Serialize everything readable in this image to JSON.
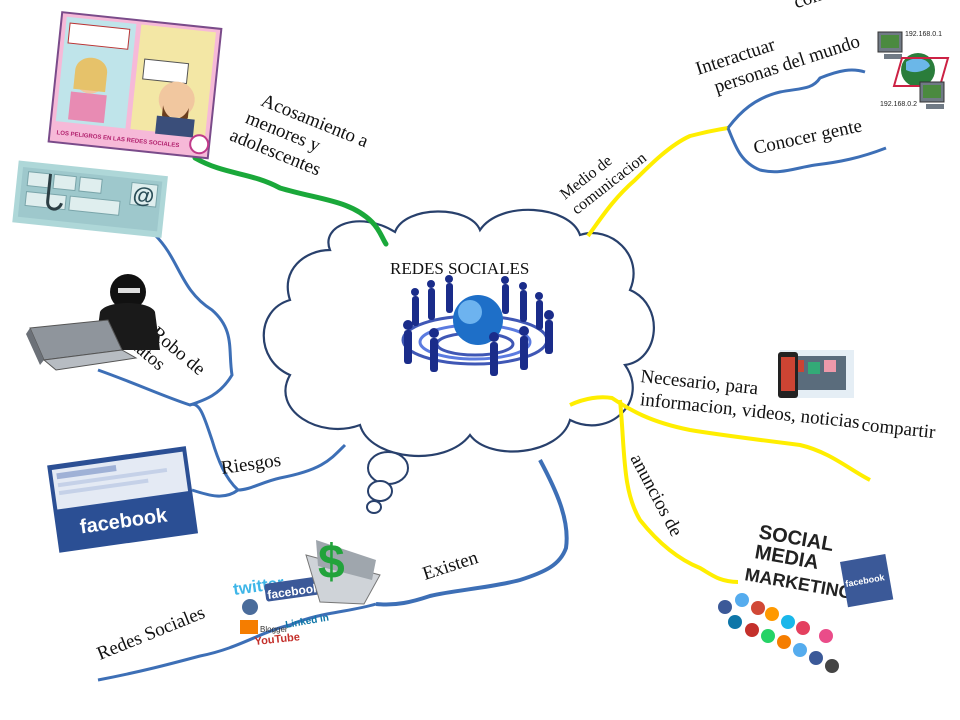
{
  "center": {
    "title": "REDES SOCIALES"
  },
  "branches": {
    "acosamiento": {
      "lines": [
        "Acosamiento a",
        "menores y",
        "adolescentes"
      ],
      "color": "#1aa83a"
    },
    "robo": {
      "lines": [
        "Robo de",
        "datos"
      ],
      "color": "#3d6fb6"
    },
    "riesgos": {
      "label": "Riesgos",
      "color": "#3d6fb6"
    },
    "medio": {
      "lines": [
        "Medio de",
        "comunicacion"
      ],
      "color": "#ffee00"
    },
    "interactuar": {
      "lines": [
        "Interactuar",
        "con",
        "personas  del mundo"
      ],
      "color": "#3d6fb6"
    },
    "conocer": {
      "label": "Conocer gente",
      "color": "#3d6fb6"
    },
    "necesario": {
      "lines": [
        "Necesario, para",
        "compartir",
        "informacion, videos, noticias"
      ],
      "color": "#ffee00"
    },
    "anuncios": {
      "label": "anuncios de",
      "color": "#ffee00"
    },
    "existen": {
      "label": "Existen",
      "color": "#3d6fb6"
    },
    "redes": {
      "label": "Redes Sociales",
      "color": "#3d6fb6"
    }
  },
  "images": {
    "cartoon": {
      "caption": "LOS PELIGROS EN LAS REDES SOCIALES"
    },
    "network": {
      "ip_top": "192.168.0.1",
      "ip_bottom": "192.168.0.2"
    },
    "facebook": {
      "text": "facebook"
    },
    "logos": {
      "twitter": "twitter",
      "facebook": "facebook",
      "youtube": "YouTube",
      "linkedin": "Linked in",
      "blogger": "Blogger"
    },
    "marketing": {
      "lines": [
        "SOCIAL",
        "MEDIA",
        "MARKETING"
      ],
      "badge": "facebook"
    }
  }
}
